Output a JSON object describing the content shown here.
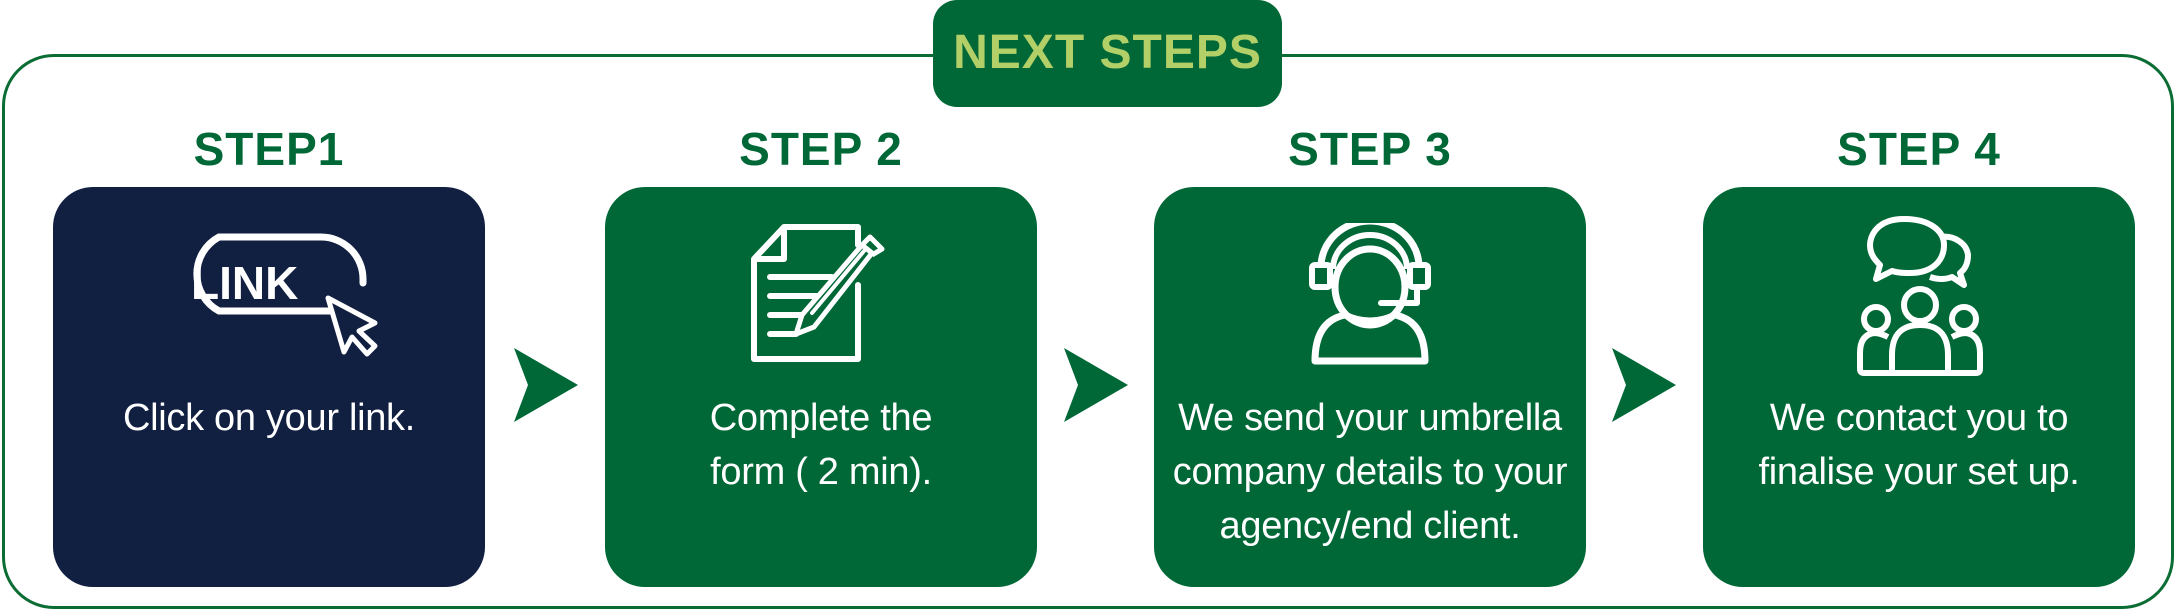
{
  "header": {
    "badge_label": "NEXT STEPS"
  },
  "colors": {
    "brand_green": "#006837",
    "navy": "#111f41",
    "badge_text": "#b2cf68",
    "frame": "#0b6d34"
  },
  "steps": [
    {
      "title": "STEP1",
      "icon": "link-click-icon",
      "icon_text": "LINK",
      "description": "Click on your link."
    },
    {
      "title": "STEP 2",
      "icon": "form-pencil-icon",
      "description": "Complete the\nform ( 2 min)."
    },
    {
      "title": "STEP 3",
      "icon": "headset-agent-icon",
      "description": "We send your umbrella\ncompany details to your\nagency/end client."
    },
    {
      "title": "STEP 4",
      "icon": "group-chat-icon",
      "description": "We contact you to\nfinalise your set up."
    }
  ],
  "connectors": [
    "arrow-right-icon",
    "arrow-right-icon",
    "arrow-right-icon"
  ]
}
